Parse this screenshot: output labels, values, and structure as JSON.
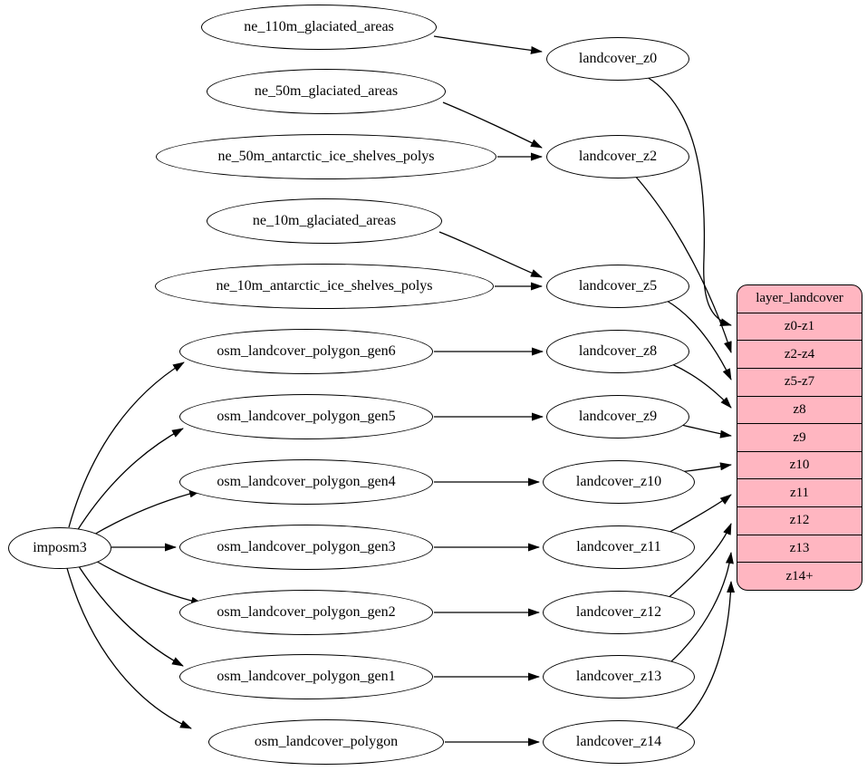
{
  "diagram": {
    "kind": "graphviz-digraph",
    "background_color": "#ffffff",
    "node_fill_color": "#ffffff",
    "node_stroke_color": "#000000",
    "record_fill_color": "#ffb6c1"
  },
  "nodes": {
    "root": {
      "label": "imposm3"
    },
    "sources": [
      {
        "label": "ne_110m_glaciated_areas"
      },
      {
        "label": "ne_50m_glaciated_areas"
      },
      {
        "label": "ne_50m_antarctic_ice_shelves_polys"
      },
      {
        "label": "ne_10m_glaciated_areas"
      },
      {
        "label": "ne_10m_antarctic_ice_shelves_polys"
      },
      {
        "label": "osm_landcover_polygon_gen6"
      },
      {
        "label": "osm_landcover_polygon_gen5"
      },
      {
        "label": "osm_landcover_polygon_gen4"
      },
      {
        "label": "osm_landcover_polygon_gen3"
      },
      {
        "label": "osm_landcover_polygon_gen2"
      },
      {
        "label": "osm_landcover_polygon_gen1"
      },
      {
        "label": "osm_landcover_polygon"
      }
    ],
    "generalized": [
      {
        "label": "landcover_z0"
      },
      {
        "label": "landcover_z2"
      },
      {
        "label": "landcover_z5"
      },
      {
        "label": "landcover_z8"
      },
      {
        "label": "landcover_z9"
      },
      {
        "label": "landcover_z10"
      },
      {
        "label": "landcover_z11"
      },
      {
        "label": "landcover_z12"
      },
      {
        "label": "landcover_z13"
      },
      {
        "label": "landcover_z14"
      }
    ],
    "record": {
      "title": "layer_landcover",
      "rows": [
        "z0-z1",
        "z2-z4",
        "z5-z7",
        "z8",
        "z9",
        "z10",
        "z11",
        "z12",
        "z13",
        "z14+"
      ]
    }
  },
  "edges": [
    {
      "from": "ne_110m_glaciated_areas",
      "to": "landcover_z0"
    },
    {
      "from": "ne_50m_glaciated_areas",
      "to": "landcover_z2"
    },
    {
      "from": "ne_50m_antarctic_ice_shelves_polys",
      "to": "landcover_z2"
    },
    {
      "from": "ne_10m_glaciated_areas",
      "to": "landcover_z5"
    },
    {
      "from": "ne_10m_antarctic_ice_shelves_polys",
      "to": "landcover_z5"
    },
    {
      "from": "osm_landcover_polygon_gen6",
      "to": "landcover_z8"
    },
    {
      "from": "osm_landcover_polygon_gen5",
      "to": "landcover_z9"
    },
    {
      "from": "osm_landcover_polygon_gen4",
      "to": "landcover_z10"
    },
    {
      "from": "osm_landcover_polygon_gen3",
      "to": "landcover_z11"
    },
    {
      "from": "osm_landcover_polygon_gen2",
      "to": "landcover_z12"
    },
    {
      "from": "osm_landcover_polygon_gen1",
      "to": "landcover_z13"
    },
    {
      "from": "osm_landcover_polygon",
      "to": "landcover_z14"
    },
    {
      "from": "imposm3",
      "to": "osm_landcover_polygon_gen6"
    },
    {
      "from": "imposm3",
      "to": "osm_landcover_polygon_gen5"
    },
    {
      "from": "imposm3",
      "to": "osm_landcover_polygon_gen4"
    },
    {
      "from": "imposm3",
      "to": "osm_landcover_polygon_gen3"
    },
    {
      "from": "imposm3",
      "to": "osm_landcover_polygon_gen2"
    },
    {
      "from": "imposm3",
      "to": "osm_landcover_polygon_gen1"
    },
    {
      "from": "imposm3",
      "to": "osm_landcover_polygon"
    },
    {
      "from": "landcover_z0",
      "to": "layer_landcover:z0-z1"
    },
    {
      "from": "landcover_z2",
      "to": "layer_landcover:z2-z4"
    },
    {
      "from": "landcover_z5",
      "to": "layer_landcover:z5-z7"
    },
    {
      "from": "landcover_z8",
      "to": "layer_landcover:z8"
    },
    {
      "from": "landcover_z9",
      "to": "layer_landcover:z9"
    },
    {
      "from": "landcover_z10",
      "to": "layer_landcover:z10"
    },
    {
      "from": "landcover_z11",
      "to": "layer_landcover:z11"
    },
    {
      "from": "landcover_z12",
      "to": "layer_landcover:z12"
    },
    {
      "from": "landcover_z13",
      "to": "layer_landcover:z13"
    },
    {
      "from": "landcover_z14",
      "to": "layer_landcover:z14+"
    }
  ]
}
